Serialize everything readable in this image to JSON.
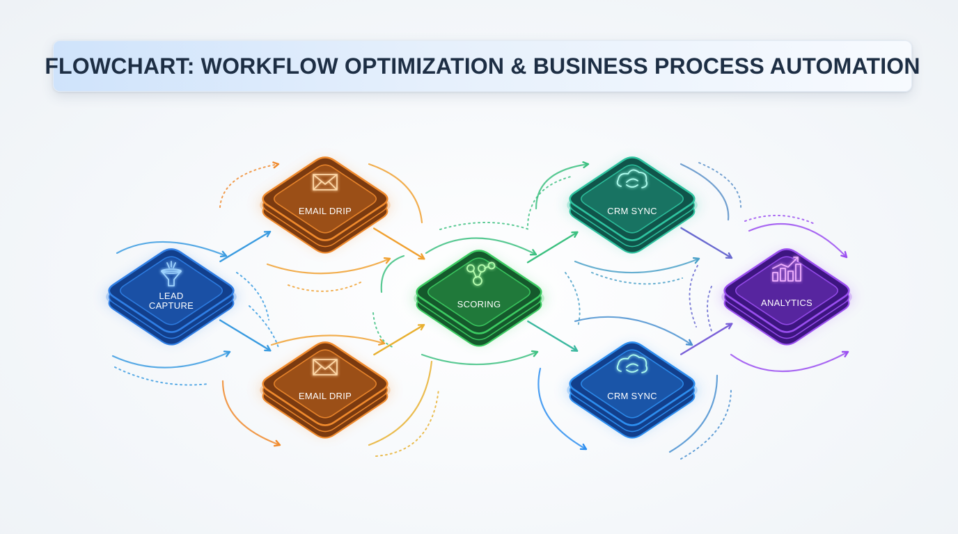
{
  "title": "FLOWCHART: WORKFLOW OPTIMIZATION & BUSINESS PROCESS AUTOMATION",
  "nodes": [
    {
      "id": "lead",
      "label_lines": [
        "LEAD",
        "CAPTURE"
      ],
      "icon": "funnel-icon",
      "color": "#2f7fe6",
      "dark": "#123f8c"
    },
    {
      "id": "email1",
      "label_lines": [
        "EMAIL DRIP"
      ],
      "icon": "envelope-icon",
      "color": "#f08a2c",
      "dark": "#7a3a10"
    },
    {
      "id": "email2",
      "label_lines": [
        "EMAIL DRIP"
      ],
      "icon": "envelope-icon",
      "color": "#f08a2c",
      "dark": "#7a3a10"
    },
    {
      "id": "scoring",
      "label_lines": [
        "SCORING"
      ],
      "icon": "network-icon",
      "color": "#3ccc62",
      "dark": "#15592c"
    },
    {
      "id": "crm1",
      "label_lines": [
        "CRM SYNC"
      ],
      "icon": "sync-cloud-icon",
      "color": "#2ec4a0",
      "dark": "#10544a"
    },
    {
      "id": "crm2",
      "label_lines": [
        "CRM SYNC"
      ],
      "icon": "sync-cloud-icon",
      "color": "#2d8ef0",
      "dark": "#123f8c"
    },
    {
      "id": "analytics",
      "label_lines": [
        "ANALYTICS"
      ],
      "icon": "bar-chart-icon",
      "color": "#9a4ef0",
      "dark": "#3d1580"
    }
  ],
  "connections": [
    {
      "from": "lead",
      "to": "email1",
      "color": "#3a9be0"
    },
    {
      "from": "lead",
      "to": "email2",
      "color": "#3a9be0"
    },
    {
      "from": "email1",
      "to": "scoring",
      "color": "#f0a030"
    },
    {
      "from": "email2",
      "to": "scoring",
      "color": "#e8b030"
    },
    {
      "from": "scoring",
      "to": "crm1",
      "color": "#3cc080"
    },
    {
      "from": "scoring",
      "to": "crm2",
      "color": "#3cb8a0"
    },
    {
      "from": "crm1",
      "to": "analytics",
      "color": "#6a6ad0"
    },
    {
      "from": "crm2",
      "to": "analytics",
      "color": "#7a60d8"
    }
  ]
}
